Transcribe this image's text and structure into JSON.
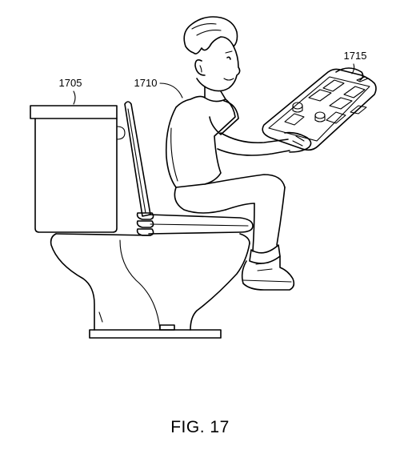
{
  "labels": {
    "toilet_tank": "1705",
    "person": "1710",
    "device": "1715"
  },
  "caption": "FIG. 17",
  "colors": {
    "line": "#000000",
    "background": "#ffffff"
  }
}
